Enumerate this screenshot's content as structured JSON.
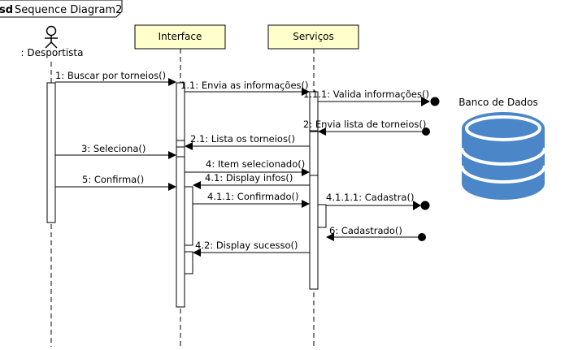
{
  "frame": {
    "keyword": "sd",
    "title": "Sequence Diagram2"
  },
  "actor": {
    "name": ": Desportista"
  },
  "lifelines": [
    {
      "id": "interface",
      "name": "Interface"
    },
    {
      "id": "servicos",
      "name": "Serviços"
    }
  ],
  "database": {
    "label": "Banco de Dados"
  },
  "messages": {
    "m1": "1: Buscar por torneios()",
    "m1_1": "1.1: Envia as informações()",
    "m1_1_1": "1.1.1: Valida informações()",
    "m2": "2: Envia lista de torneios()",
    "m2_1": "2.1: Lista os torneios()",
    "m3": "3: Seleciona()",
    "m4": "4: Item selecionado()",
    "m4_1": "4.1: Display infos()",
    "m5": "5: Confirma()",
    "m4_1_1": "4.1.1: Confirmado()",
    "m4_1_1_1": "4.1.1.1: Cadastra()",
    "m6": "6: Cadastrado()",
    "m4_2": "4.2: Display sucesso()"
  },
  "colors": {
    "lifeline_head": "#ffffcc",
    "database": "#4a86c8",
    "line": "#000000"
  }
}
